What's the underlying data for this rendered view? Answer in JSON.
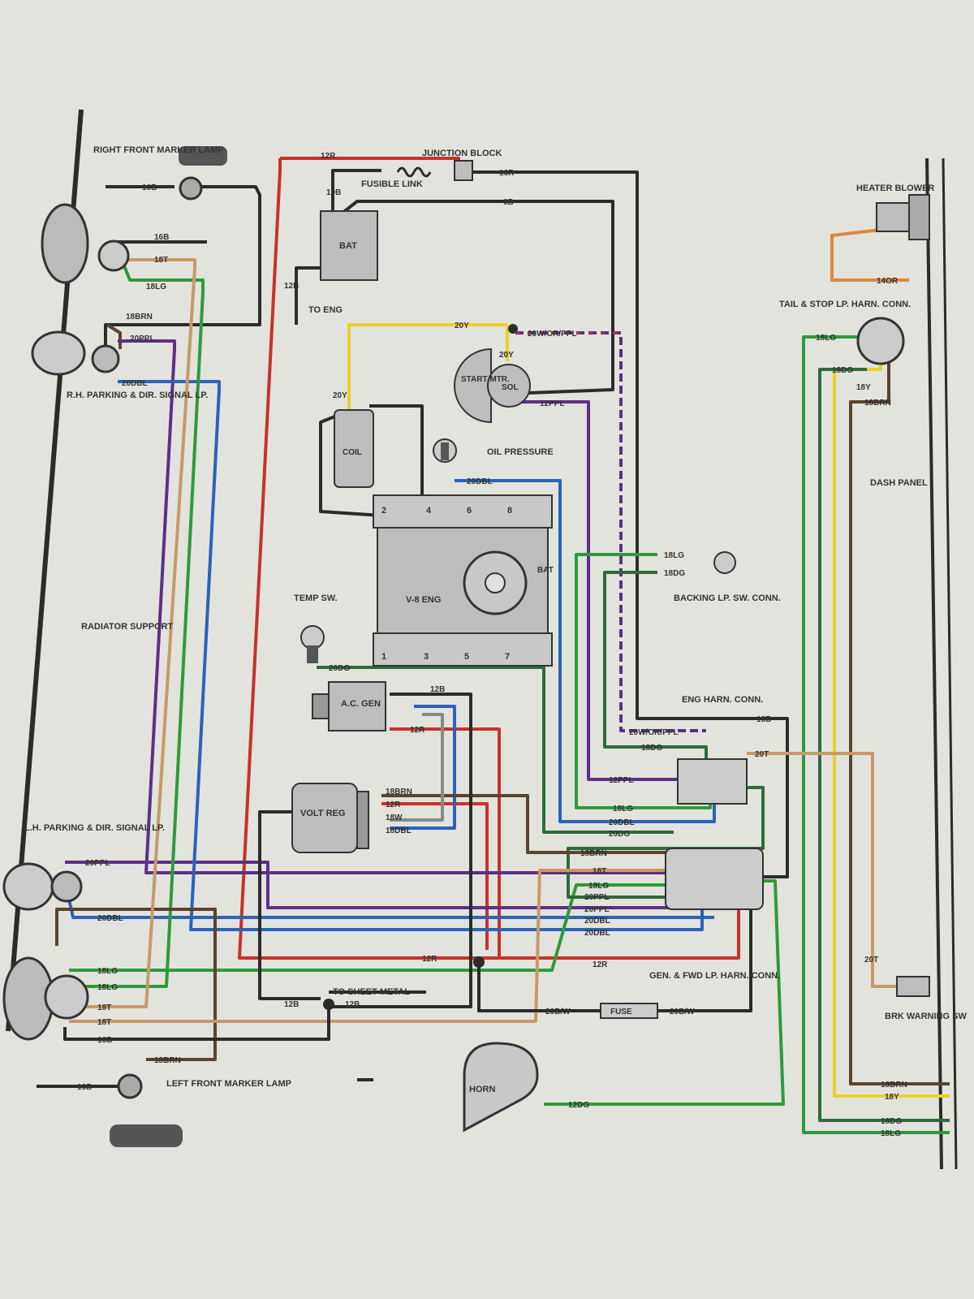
{
  "colors": {
    "paper": "#e3e3dd",
    "black": "#2b2b2b",
    "red": "#c8322c",
    "green": "#2f9a3c",
    "dark_green": "#2e6b3a",
    "blue": "#2a63b8",
    "purple": "#5d2f86",
    "orange": "#d98a3a",
    "tan": "#c59a66",
    "yellow": "#e8d22c",
    "brown": "#5a4330",
    "gray": "#888888",
    "component": "#bdbdbd"
  },
  "components": {
    "right_front_marker_lamp": "RIGHT FRONT MARKER LAMP",
    "rh_parking": "R.H. PARKING & DIR. SIGNAL LP.",
    "radiator_support": "RADIATOR SUPPORT",
    "lh_parking": "L.H. PARKING & DIR. SIGNAL LP.",
    "left_front_marker_lamp": "LEFT FRONT MARKER LAMP",
    "junction_block": "JUNCTION BLOCK",
    "fusible_link": "FUSIBLE LINK",
    "battery": "BAT",
    "to_eng": "TO ENG",
    "start_mtr": "START MTR.",
    "sol": "SOL",
    "coil": "COIL",
    "oil_pressure": "OIL PRESSURE",
    "engine": "V-8 ENG",
    "bat": "BAT",
    "temp_sw": "TEMP SW.",
    "ac_gen": "A.C. GEN",
    "volt_reg": "VOLT REG",
    "to_sheet_metal": "TO SHEET METAL",
    "horn": "HORN",
    "backing_lp": "BACKING LP. SW. CONN.",
    "eng_harn_conn": "ENG HARN. CONN.",
    "gen_fwd_harn": "GEN. & FWD LP. HARN. CONN.",
    "fuse": "FUSE",
    "heater_blower": "HEATER BLOWER",
    "tail_stop": "TAIL & STOP LP. HARN. CONN.",
    "dash_panel": "DASH PANEL",
    "brk_warning": "BRK WARNING SW"
  },
  "wire_labels": {
    "w_16b_rfm": "16B",
    "w_16b_rh": "16B",
    "w_18t_rh": "18T",
    "w_18lg_rh": "18LG",
    "w_18brn": "18BRN",
    "w_20ppl": "20PPL",
    "w_20dbl": "20DBL",
    "w_12r_top": "12R",
    "w_16r": "16R",
    "w_10b": "10B",
    "w_12b_bat": "12B",
    "w_6b": "6B",
    "w_20y_h": "20Y",
    "w_20y_v": "20Y",
    "w_20y_coil": "20Y",
    "w_20w_or_ppl": "20W/OR/PPL",
    "w_12ppl": "12PPL",
    "w_20dbl_oil": "20DBL",
    "w_18lg_back": "18LG",
    "w_18dg_back": "18DG",
    "w_20dg_temp": "20DG",
    "w_12b_gen": "12B",
    "w_12r_gen": "12R",
    "w_18brn_reg": "18BRN",
    "w_12r_reg": "12R",
    "w_18w_reg": "18W",
    "w_18dbl_reg": "18DBL",
    "w_16b_eng": "16B",
    "w_20w_ok_ppl": "20W/OK/PPL",
    "w_18dg_eng": "18DG",
    "w_20t": "20T",
    "w_12ppl_eng": "12PPL",
    "w_18lg_eng": "18LG",
    "w_20dbl_eng": "20DBL",
    "w_20dg_eng": "20DG",
    "w_18brn_eng": "18BRN",
    "w_18t_eng": "18T",
    "w_18lg_2": "18LG",
    "w_20ppl_2": "20PPL",
    "w_20ppl_3": "20PPL",
    "w_20dbl_2": "20DBL",
    "w_20dbl_3": "20DBL",
    "w_12r_bot": "12R",
    "w_12r_bot2": "12R",
    "w_20ppl_lh": "20PPL",
    "w_20dbl_lh": "20DBL",
    "w_18lg_lh1": "18LG",
    "w_18lg_lh2": "18LG",
    "w_18t_lh1": "18T",
    "w_18t_lh2": "18T",
    "w_16b_lh": "16B",
    "w_12b_sm1": "12B",
    "w_12b_sm2": "12B",
    "w_20b_w1": "20B/W",
    "w_20b_w2": "20B/W",
    "w_18brn_lfm": "18BRN",
    "w_16b_lfm": "16B",
    "w_12dg_horn": "12DG",
    "w_14or": "14OR",
    "w_18lg_tail": "18LG",
    "w_18dg_tail": "18DG",
    "w_18y_tail": "18Y",
    "w_18brn_tail": "18BRN",
    "w_20t_brk": "20T",
    "w_18brn_r": "18BRN",
    "w_18y_r": "18Y",
    "w_18dg_r": "18DG",
    "w_18lg_r": "18LG",
    "eng_1": "1",
    "eng_2": "2",
    "eng_3": "3",
    "eng_4": "4",
    "eng_5": "5",
    "eng_6": "6",
    "eng_7": "7",
    "eng_8": "8"
  }
}
